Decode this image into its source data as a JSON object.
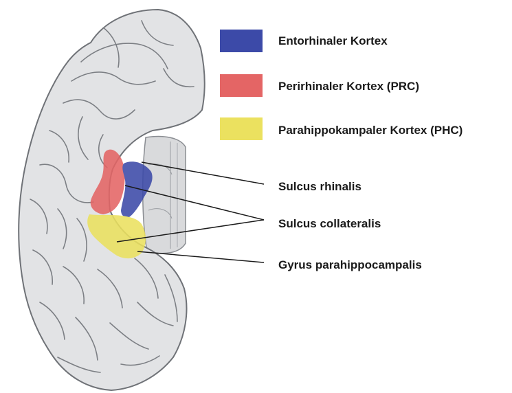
{
  "legend": [
    {
      "label": "Entorhinaler Kortex",
      "color": "#3c4aa8"
    },
    {
      "label": "Perirhinaler Kortex (PRC)",
      "color": "#e46565"
    },
    {
      "label": "Parahippokampaler Kortex (PHC)",
      "color": "#ebe15f"
    }
  ],
  "callouts": [
    {
      "label": "Sulcus rhinalis"
    },
    {
      "label": "Sulcus collateralis"
    },
    {
      "label": "Gyrus parahippocampalis"
    }
  ],
  "colors": {
    "cortex_fill": "#e2e3e5",
    "cortex_shadow": "#b5b7ba",
    "sulcus_line": "#7c7f84",
    "leader_line": "#1a1a1a"
  }
}
